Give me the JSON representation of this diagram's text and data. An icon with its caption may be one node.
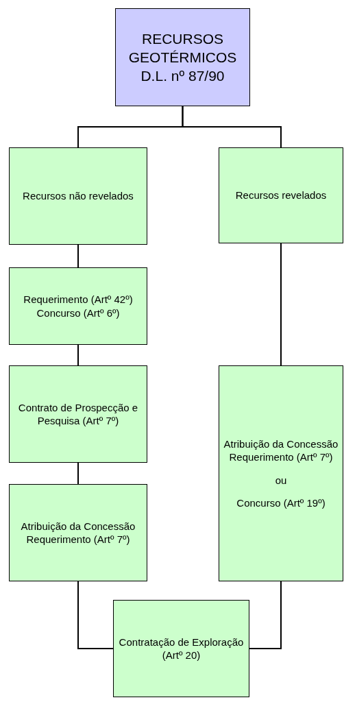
{
  "diagram": {
    "nodes": [
      {
        "text": [
          "RECURSOS GEOTÉRMICOS D.L. nº 87/90"
        ]
      },
      {
        "text": [
          "Recursos não revelados"
        ]
      },
      {
        "text": [
          "Requerimento (Artº 42º)",
          "Concurso (Artº 6º)"
        ]
      },
      {
        "text": [
          "Contrato de Prospecção e Pesquisa (Artº 7º)"
        ]
      },
      {
        "text": [
          "Atribuição da Concessão Requerimento (Artº 7º)"
        ]
      },
      {
        "text": [
          "Recursos revelados"
        ]
      },
      {
        "text": [
          "Atribuição da Concessão Requerimento (Artº 7º)",
          "ou",
          "Concurso (Artº 19º)"
        ]
      },
      {
        "text": [
          "Contratação de Exploração (Artº 20)"
        ]
      }
    ],
    "edges": [
      {
        "from": 0,
        "to": 1,
        "arrow": "none"
      },
      {
        "from": 0,
        "to": 5,
        "arrow": "none"
      },
      {
        "from": 1,
        "to": 2,
        "arrow": "none"
      },
      {
        "from": 2,
        "to": 3,
        "arrow": "none"
      },
      {
        "from": 3,
        "to": 4,
        "arrow": "none"
      },
      {
        "from": 5,
        "to": 6,
        "arrow": "none"
      },
      {
        "from": 4,
        "to": 7,
        "arrow": "none"
      },
      {
        "from": 6,
        "to": 7,
        "arrow": "none"
      }
    ]
  }
}
